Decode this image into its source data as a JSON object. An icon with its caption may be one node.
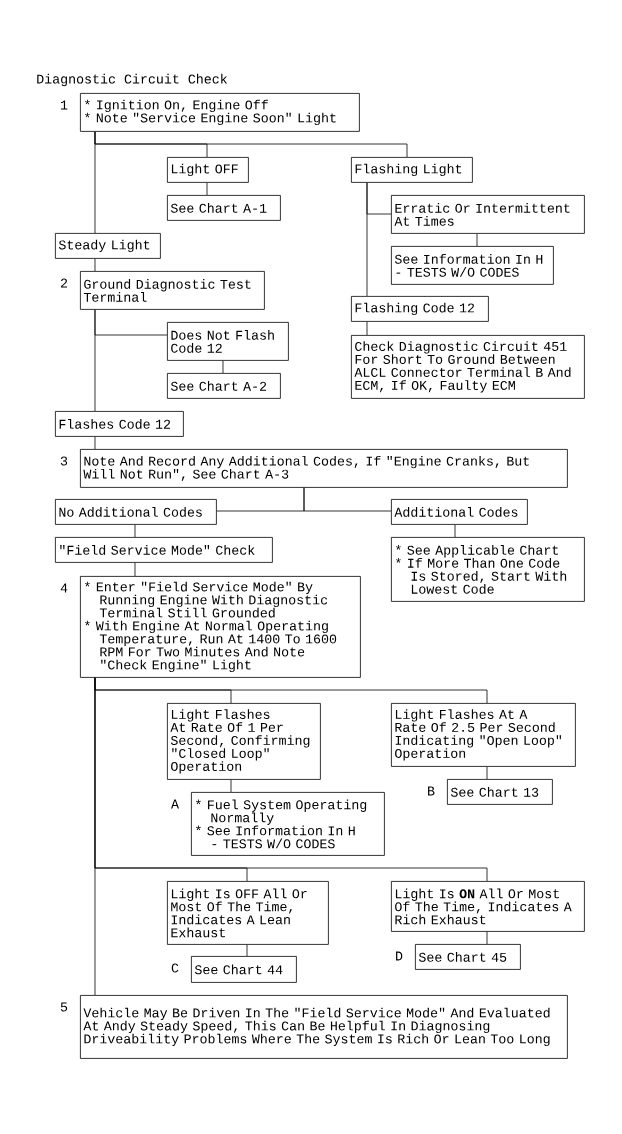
{
  "diagram": {
    "title": "Diagnostic Circuit Check",
    "nodes": [
      {
        "text": [
          "* Ignition On, Engine Off",
          "* Note \"Service Engine Soon\" Light"
        ],
        "beside": [
          "1"
        ]
      },
      {
        "text": [
          "Light OFF"
        ]
      },
      {
        "text": [
          "See Chart A-1"
        ]
      },
      {
        "text": [
          "Flashing Light"
        ]
      },
      {
        "text": [
          "Erratic Or Intermittent At Times"
        ]
      },
      {
        "text": [
          "See Information In H - TESTS W/O CODES"
        ]
      },
      {
        "text": [
          "Steady Light"
        ]
      },
      {
        "text": [
          "Ground Diagnostic Test Terminal"
        ],
        "beside": [
          "2"
        ]
      },
      {
        "text": [
          "Does Not Flash Code 12"
        ]
      },
      {
        "text": [
          "See Chart A-2"
        ]
      },
      {
        "text": [
          "Flashing Code 12"
        ]
      },
      {
        "text": [
          "Check Diagnostic Circuit 451 For Short To Ground Between ALCL Connector Terminal B And ECM, If OK, Faulty ECM"
        ]
      },
      {
        "text": [
          "Flashes Code 12"
        ]
      },
      {
        "text": [
          "Note And Record Any Additional Codes, If \"Engine Cranks, But Will Not Run\", See Chart A-3"
        ],
        "beside": [
          "3"
        ]
      },
      {
        "text": [
          "No Additional Codes"
        ]
      },
      {
        "text": [
          "Additional Codes"
        ]
      },
      {
        "text": [
          "\"Field Service Mode\" Check"
        ]
      },
      {
        "text": [
          "* See Applicable Chart",
          "* If More Than One Code Is Stored, Start With Lowest Code"
        ]
      },
      {
        "text": [
          "* Enter \"Field Service Mode\" By Running Engine With Diagnostic Terminal Still Grounded",
          "* With Engine At Normal Operating Temperature, Run At 1400 To 1600 RPM For Two Minutes And Note \"Check Engine\" Light"
        ],
        "beside": [
          "4"
        ]
      },
      {
        "text": [
          "Light Flashes At Rate Of 1 Per Second, Confirming \"Closed Loop\" Operation"
        ]
      },
      {
        "text": [
          "Light Flashes At A Rate Of 2.5 Per Second Indicating \"Open Loop\" Operation"
        ]
      },
      {
        "text": [
          "See Chart 13"
        ],
        "beside": [
          "B"
        ]
      },
      {
        "text": [
          "* Fuel System Operating Normally",
          "* See Information In H - TESTS W/O CODES"
        ],
        "beside": [
          "A"
        ]
      },
      {
        "text": [
          "Light Is OFF All Or Most Of The Time, Indicates A Lean Exhaust"
        ]
      },
      {
        "text": [
          "Light Is **ON** All Or Most Of The Time, Indicates A Rich Exhaust"
        ]
      },
      {
        "text": [
          "See Chart 45"
        ],
        "beside": [
          "D"
        ]
      },
      {
        "text": [
          "See Chart 44"
        ],
        "beside": [
          "C"
        ]
      },
      {
        "text": [
          "Vehicle May Be Driven In The \"Field Service Mode\" And Evaluated At Andy Steady Speed, This Can Be Helpful In Diagnosing Driveability Problems Where The System Is Rich Or Lean Too Long"
        ],
        "beside": [
          "5"
        ]
      }
    ],
    "edges": [
      {
        "from": 0,
        "to": 1,
        "arrow": "none"
      },
      {
        "from": 0,
        "to": 3,
        "arrow": "none"
      },
      {
        "from": 0,
        "to": 6,
        "arrow": "none"
      },
      {
        "from": 1,
        "to": 2,
        "arrow": "none"
      },
      {
        "from": 3,
        "to": 4,
        "arrow": "none"
      },
      {
        "from": 3,
        "to": 10,
        "arrow": "none"
      },
      {
        "from": 4,
        "to": 5,
        "arrow": "none"
      },
      {
        "from": 10,
        "to": 11,
        "arrow": "none"
      },
      {
        "from": 6,
        "to": 7,
        "arrow": "none"
      },
      {
        "from": 7,
        "to": 8,
        "arrow": "none"
      },
      {
        "from": 7,
        "to": 12,
        "arrow": "none"
      },
      {
        "from": 8,
        "to": 9,
        "arrow": "none"
      },
      {
        "from": 12,
        "to": 13,
        "arrow": "none"
      },
      {
        "from": 13,
        "to": 14,
        "arrow": "none"
      },
      {
        "from": 13,
        "to": 15,
        "arrow": "none"
      },
      {
        "from": 14,
        "to": 16,
        "arrow": "none"
      },
      {
        "from": 15,
        "to": 17,
        "arrow": "none"
      },
      {
        "from": 16,
        "to": 18,
        "arrow": "none"
      },
      {
        "from": 18,
        "to": 19,
        "arrow": "none"
      },
      {
        "from": 18,
        "to": 20,
        "arrow": "none"
      },
      {
        "from": 18,
        "to": 23,
        "arrow": "none"
      },
      {
        "from": 18,
        "to": 24,
        "arrow": "none"
      },
      {
        "from": 18,
        "to": 27,
        "arrow": "none"
      },
      {
        "from": 19,
        "to": 22,
        "arrow": "none"
      },
      {
        "from": 20,
        "to": 21,
        "arrow": "none"
      },
      {
        "from": 23,
        "to": 26,
        "arrow": "none"
      },
      {
        "from": 24,
        "to": 25,
        "arrow": "none"
      }
    ]
  }
}
